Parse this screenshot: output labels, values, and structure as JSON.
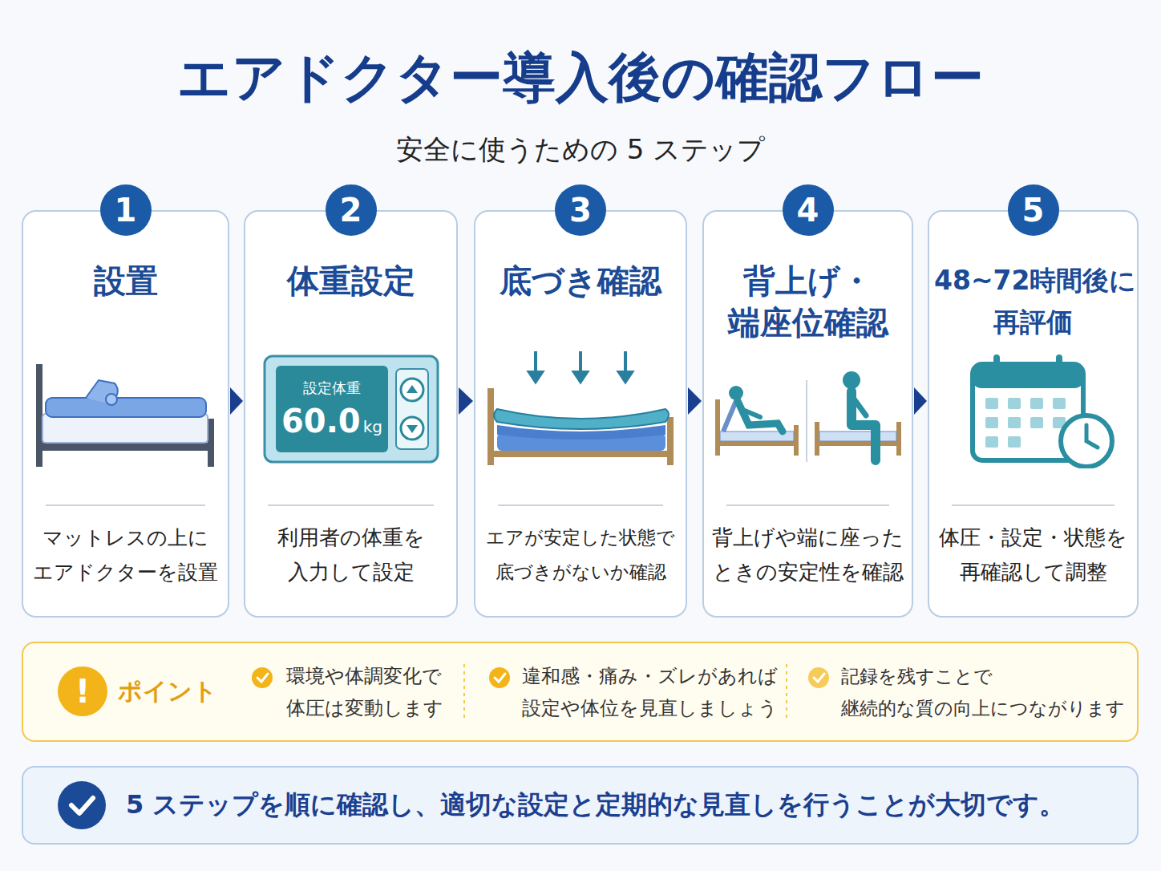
{
  "diagram": {
    "title": "エアドクター導入後の確認フロー",
    "nodes": [
      {
        "text": [
          "1",
          "設置",
          "マットレスの上に エアドクターを設置"
        ]
      },
      {
        "text": [
          "2",
          "体重設定",
          "利用者の体重を 入力して設定"
        ]
      },
      {
        "text": [
          "3",
          "底づき確認",
          "エアが安定した状態で 底づきがないか確認"
        ]
      },
      {
        "text": [
          "4",
          "背上げ・ 端座位確認",
          "背上げや端に座った ときの安定性を確認"
        ]
      },
      {
        "text": [
          "5",
          "48~72時間後に 再評価",
          "体圧・設定・状態を 再確認して調整"
        ]
      },
      {
        "text": [
          "ポイント",
          "環境や体調変化で 体圧は変動します",
          "違和感・痛み・ズレがあれば 設定や体位を見直しましょう",
          "記録を残すことで 継続的な質の向上につながります"
        ]
      },
      {
        "text": [
          "5 ステップを順に確認し、適切な設定と定期的な見直しを行うことが大切です。"
        ]
      }
    ],
    "edges": [
      {
        "from": 0,
        "to": 1,
        "arrow": "to"
      },
      {
        "from": 1,
        "to": 2,
        "arrow": "to"
      },
      {
        "from": 2,
        "to": 3,
        "arrow": "to"
      },
      {
        "from": 3,
        "to": 4,
        "arrow": "to"
      }
    ],
    "labels": [
      "安全に使うための 5 ステップ",
      "設定体重",
      "60.0",
      "kg",
      "!"
    ]
  }
}
